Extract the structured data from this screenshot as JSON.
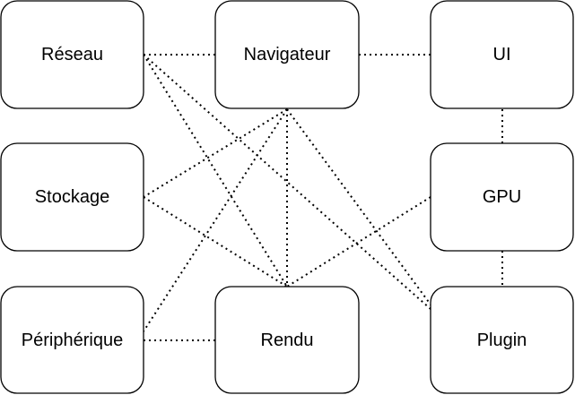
{
  "nodes": {
    "reseau": {
      "label": "Réseau"
    },
    "navigateur": {
      "label": "Navigateur"
    },
    "ui": {
      "label": "UI"
    },
    "stockage": {
      "label": "Stockage"
    },
    "gpu": {
      "label": "GPU"
    },
    "peripherique": {
      "label": "Périphérique"
    },
    "rendu": {
      "label": "Rendu"
    },
    "plugin": {
      "label": "Plugin"
    }
  },
  "connections": [
    [
      "reseau",
      "navigateur"
    ],
    [
      "navigateur",
      "ui"
    ],
    [
      "ui",
      "gpu"
    ],
    [
      "gpu",
      "plugin"
    ],
    [
      "peripherique",
      "rendu"
    ],
    [
      "reseau",
      "rendu"
    ],
    [
      "reseau",
      "plugin"
    ],
    [
      "navigateur",
      "stockage"
    ],
    [
      "navigateur",
      "peripherique"
    ],
    [
      "navigateur",
      "rendu"
    ],
    [
      "navigateur",
      "plugin"
    ],
    [
      "stockage",
      "rendu"
    ],
    [
      "gpu",
      "rendu"
    ]
  ]
}
